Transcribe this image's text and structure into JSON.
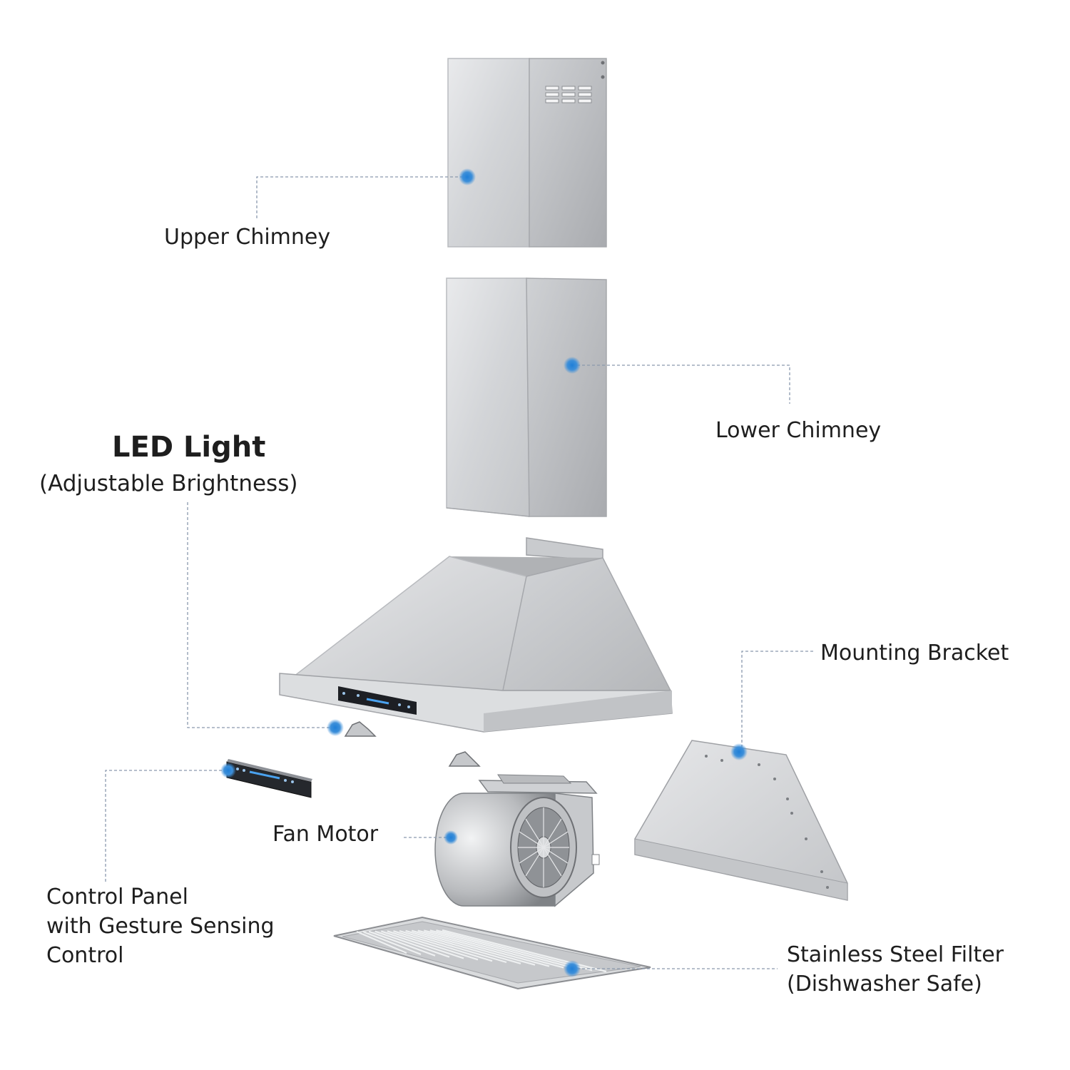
{
  "labels": {
    "upper_chimney": "Upper Chimney",
    "lower_chimney": "Lower Chimney",
    "led_light_title": "LED Light",
    "led_light_sub": "(Adjustable Brightness)",
    "mounting_bracket": "Mounting Bracket",
    "fan_motor": "Fan Motor",
    "control_panel_line1": "Control Panel",
    "control_panel_line2": "with Gesture Sensing",
    "control_panel_line3": "Control",
    "filter_line1": "Stainless Steel Filter",
    "filter_line2": "(Dishwasher Safe)"
  },
  "colors": {
    "background": "#ffffff",
    "text": "#1e1e1e",
    "leader_line": "#8a99ad",
    "marker": "#3d8fd9",
    "steel_light": "#e4e5e7",
    "steel_dark": "#a9abaf"
  },
  "icons": {
    "marker": "blue-dot-icon"
  }
}
